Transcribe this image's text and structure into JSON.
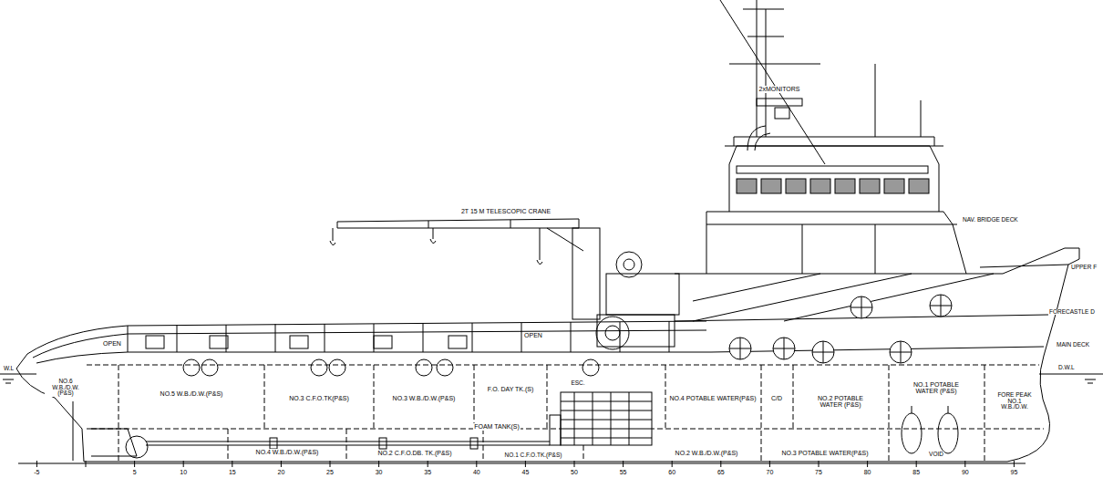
{
  "diagram": {
    "labels": [
      "2xMONITORS",
      "2T 15 M TELESCOPIC CRANE",
      "NAV. BRIDGE DECK",
      "UPPER F",
      "FORECASTLE D",
      "MAIN DECK",
      "W.L",
      "D.W.L",
      "OPEN",
      "OPEN",
      "NO.6 W.B./D.W. (P&S)",
      "NO.5 W.B./D.W.(P&S)",
      "NO.3 C.F.O.TK(P&S)",
      "NO.3 W.B./D.W.(P&S)",
      "F.O. DAY TK.(S)",
      "ESC.",
      "NO.4 POTABLE WATER(P&S)",
      "C/D",
      "NO.2 POTABLE WATER (P&S)",
      "NO.1 POTABLE WATER (P&S)",
      "FORE PEAK NO.1 W.B./D.W.",
      "FOAM TANK(S)",
      "NO.4 W.B./D.W.(P&S)",
      "NO.2 C.F.O.DB. TK.(P&S)",
      "NO.1 C.F.O.TK.(P&S)",
      "NO.2 W.B./D.W.(P&S)",
      "NO.3 POTABLE WATER(P&S)",
      "VOID",
      "-5",
      "5",
      "10",
      "15",
      "20",
      "25",
      "30",
      "35",
      "40",
      "45",
      "50",
      "55",
      "60",
      "65",
      "70",
      "75",
      "80",
      "85",
      "90",
      "95"
    ]
  }
}
